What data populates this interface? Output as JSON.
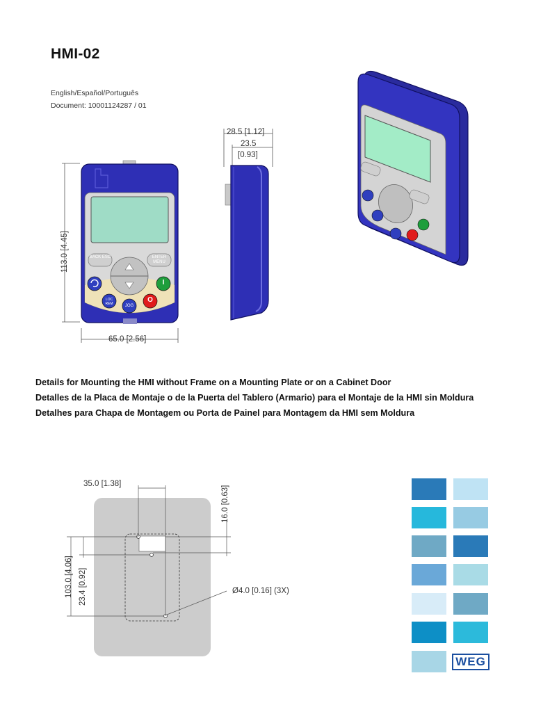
{
  "header": {
    "title": "HMI-02",
    "languages": "English/Español/Português",
    "document": "Document: 10001124287 / 01"
  },
  "front_view": {
    "height_dim": "113.0 [4.45]",
    "width_dim": "65.0 [2.56]",
    "keys": {
      "back_esc": "BACK ESC",
      "enter_menu": "ENTER MENU",
      "loc_rem": "LOC REM",
      "jog": "JOG",
      "on": "I",
      "off": "O"
    }
  },
  "side_view": {
    "depth_total": "28.5 [1.12]",
    "depth_body_value": "23.5",
    "depth_body_inch": "[0.93]"
  },
  "headings": [
    "Details for Mounting the HMI without Frame on a Mounting Plate or on a Cabinet Door",
    "Detalles de la Placa de Montaje o de la Puerta del Tablero (Armario) para el Montaje de la HMI sin Moldura",
    "Detalhes para Chapa de Montagem ou Porta de Painel para Montagem da HMI sem Moldura"
  ],
  "mounting": {
    "dim_35": "35.0 [1.38]",
    "dim_16": "16.0 [0.63]",
    "dim_103": "103.0 [4.06]",
    "dim_23": "23.4 [0.92]",
    "hole": "Ø4.0 [0.16] (3X)"
  },
  "swatches": [
    "#2a7ab8",
    "#bfe3f4",
    "#26b8dc",
    "#97cbe3",
    "#6fa9c5",
    "#2a7ab8",
    "#6aa8d8",
    "#a9dbe6",
    "#d8ecf8",
    "#6fa9c5",
    "#0d8fc6",
    "#2cbadb",
    "#a8d6e6"
  ],
  "logo": "WEG"
}
